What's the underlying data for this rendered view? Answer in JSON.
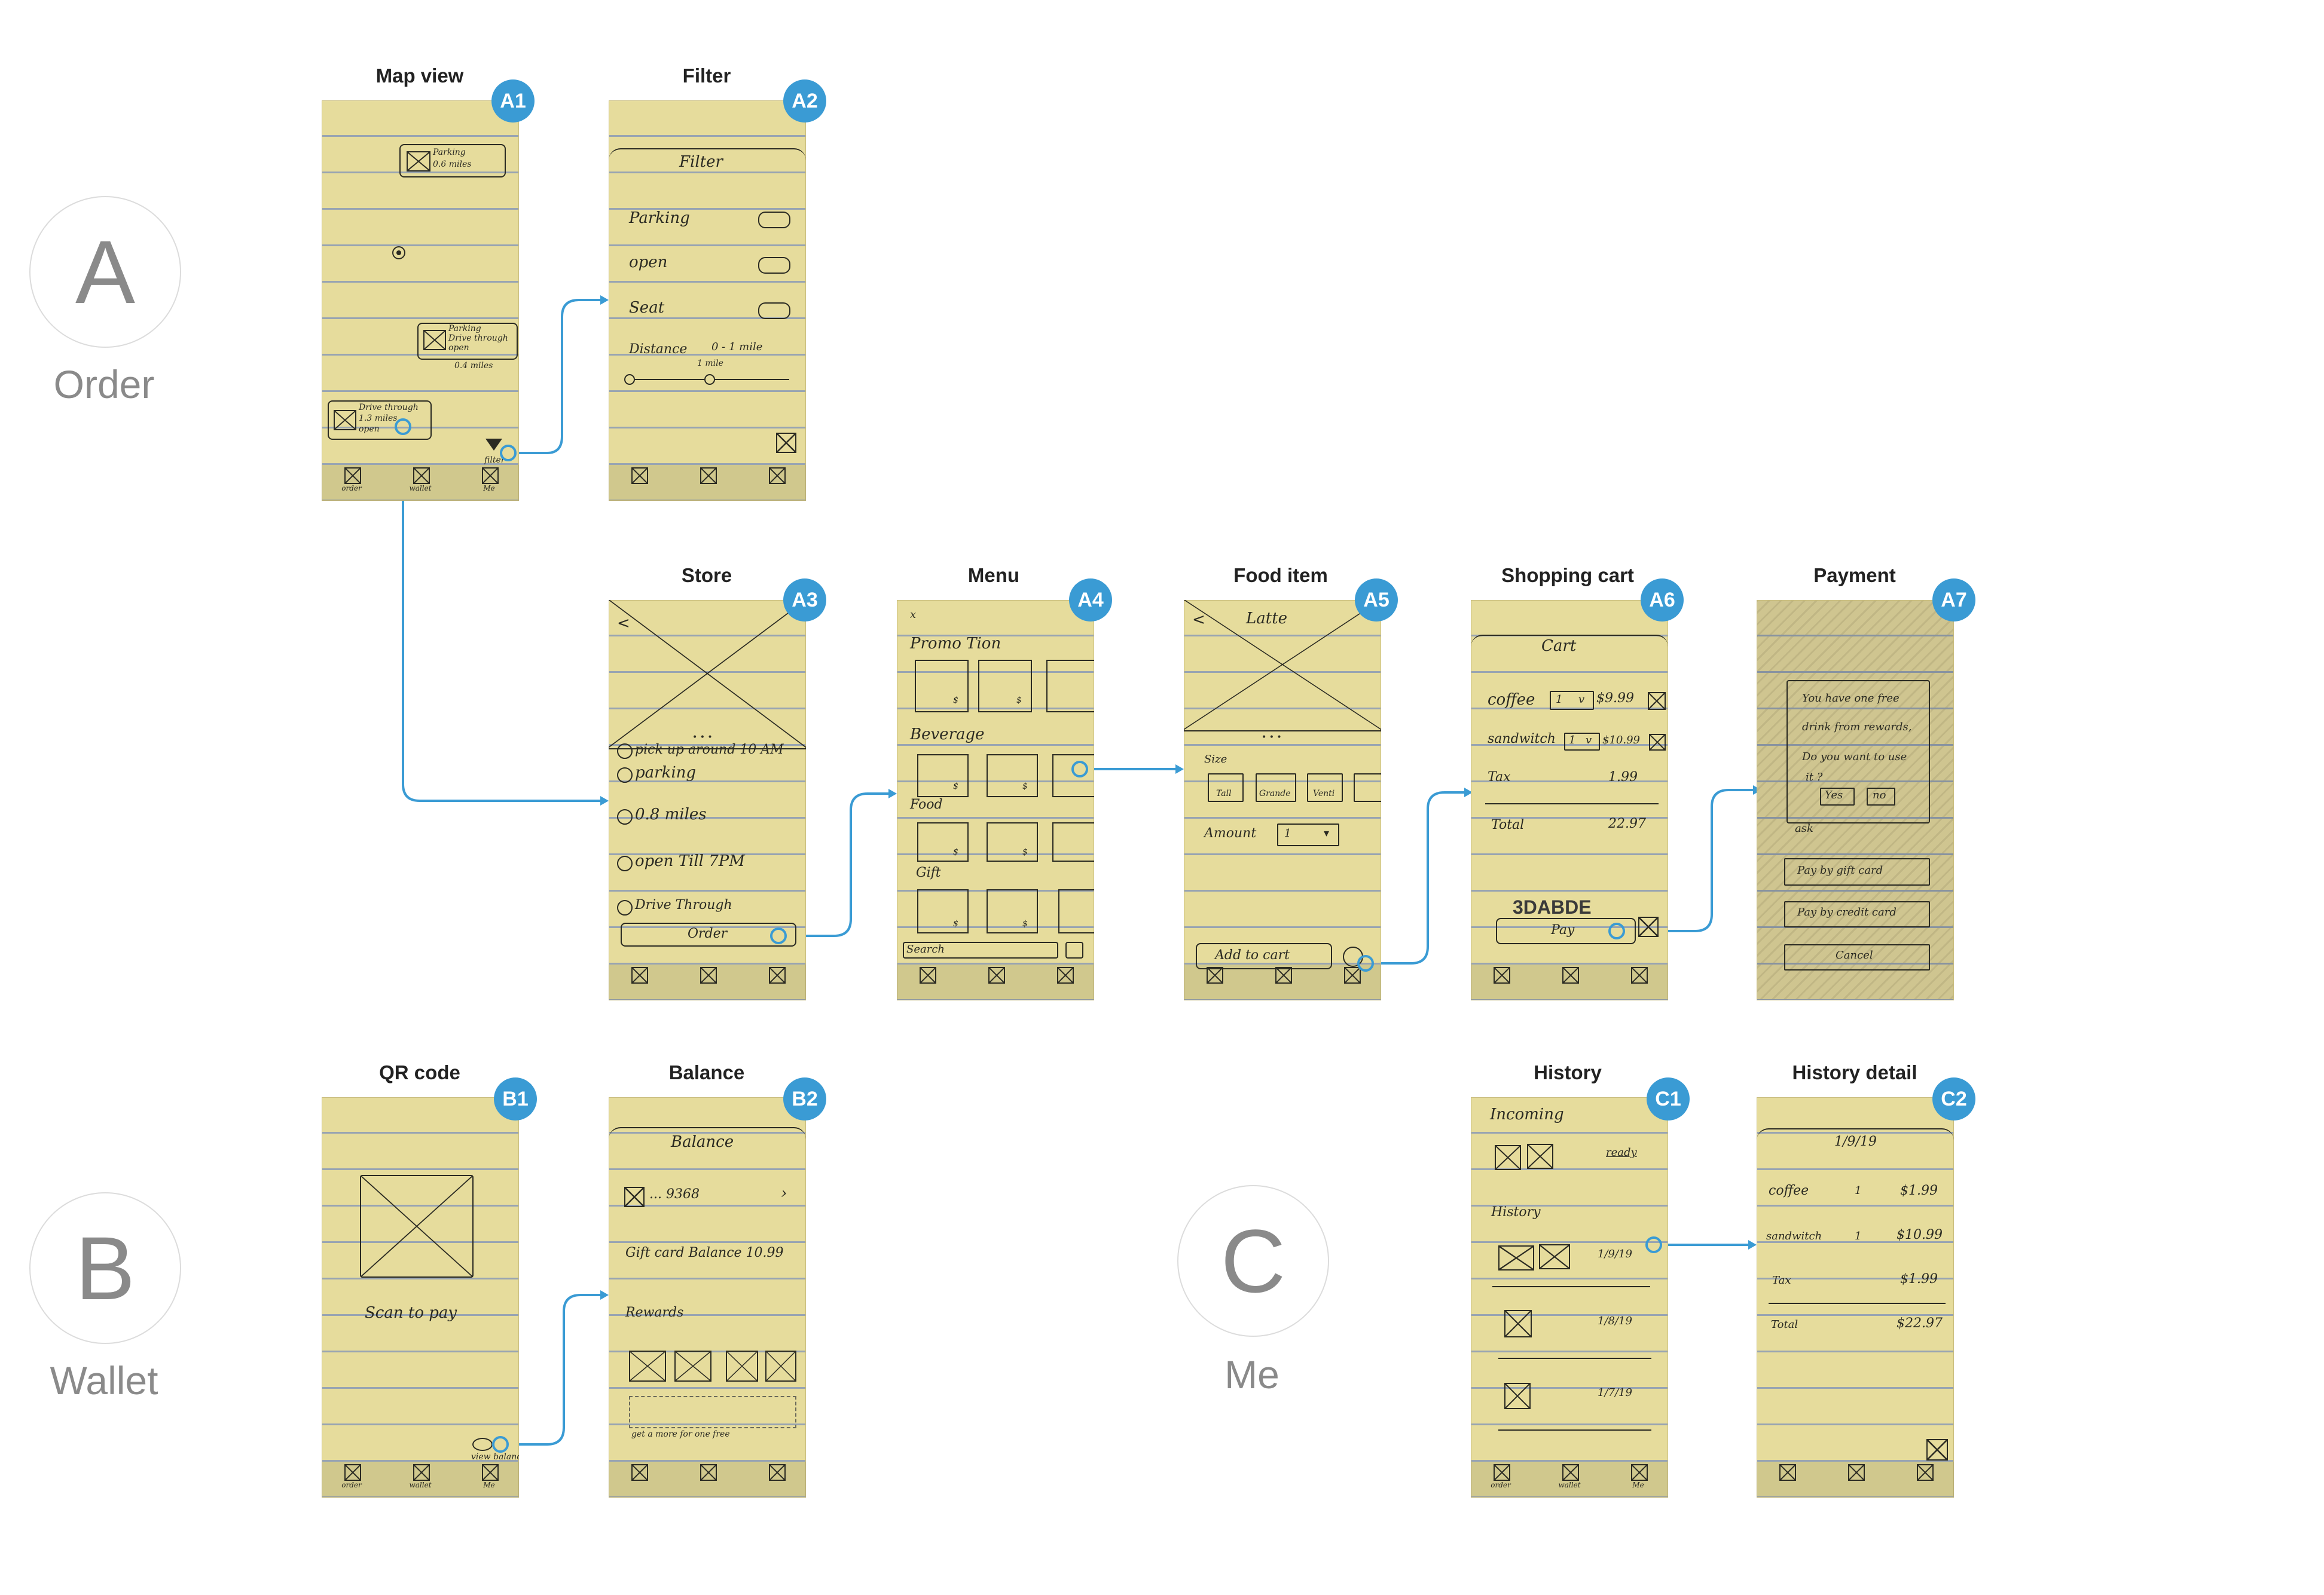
{
  "sections": [
    {
      "letter": "A",
      "label": "Order"
    },
    {
      "letter": "B",
      "label": "Wallet"
    },
    {
      "letter": "C",
      "label": "Me"
    }
  ],
  "colors": {
    "accent": "#3a9bd4",
    "note": "#e6dc9c",
    "ruling": "#98a4b2",
    "section": "#8a8a8a"
  },
  "nav": {
    "order": "order",
    "wallet": "wallet",
    "me": "Me"
  },
  "screens": {
    "A1": {
      "badge": "A1",
      "title": "Map view",
      "pins": [
        {
          "l1": "Parking",
          "l2": "0.6 miles"
        },
        {
          "l1": "Parking",
          "l2": "Drive through",
          "l3": "open",
          "l4": "0.4 miles"
        },
        {
          "l1": "Drive through",
          "l2": "1.3 miles",
          "l3": "open"
        }
      ],
      "filter_label": "filter"
    },
    "A2": {
      "badge": "A2",
      "title": "Filter",
      "header": "Filter",
      "rows": [
        "Parking",
        "open",
        "Seat"
      ],
      "distance_label": "Distance",
      "distance_range": "0 - 1 mile",
      "distance_value": "1 mile"
    },
    "A3": {
      "badge": "A3",
      "title": "Store",
      "items": [
        "pick up around 10 AM",
        "parking",
        "0.8 miles",
        "open Till 7PM",
        "Drive Through"
      ],
      "order_button": "Order"
    },
    "A4": {
      "badge": "A4",
      "title": "Menu",
      "sections": [
        "Promo Tion",
        "Beverage",
        "Food",
        "Gift"
      ],
      "price": "$",
      "search": "Search"
    },
    "A5": {
      "badge": "A5",
      "title": "Food item",
      "name": "Latte",
      "size_label": "Size",
      "sizes": [
        "Tall",
        "Grande",
        "Venti"
      ],
      "amount_label": "Amount",
      "amount_value": "1",
      "add_button": "Add to cart"
    },
    "A6": {
      "badge": "A6",
      "title": "Shopping cart",
      "header": "Cart",
      "lines": [
        {
          "name": "coffee",
          "qty": "1",
          "price": "$9.99"
        },
        {
          "name": "sandwitch",
          "qty": "1",
          "price": "$10.99"
        }
      ],
      "tax_label": "Tax",
      "tax": "1.99",
      "total_label": "Total",
      "total": "22.97",
      "stamp": "3DABDE",
      "pay_button": "Pay"
    },
    "A7": {
      "badge": "A7",
      "title": "Payment",
      "dialog": [
        "You have one free",
        "drink from rewards,",
        "Do you want to use",
        "it ?"
      ],
      "yes": "Yes",
      "no": "no",
      "ask": "ask",
      "gift": "Pay by gift card",
      "credit": "Pay by credit card",
      "cancel": "Cancel"
    },
    "B1": {
      "badge": "B1",
      "title": "QR code",
      "caption": "Scan to pay",
      "view_label": "view balance"
    },
    "B2": {
      "badge": "B2",
      "title": "Balance",
      "header": "Balance",
      "card": "... 9368",
      "gift_line": "Gift card Balance 10.99",
      "rewards": "Rewards",
      "note": "get a more for one free"
    },
    "C1": {
      "badge": "C1",
      "title": "History",
      "incoming": "Incoming",
      "ready": "ready",
      "history": "History",
      "dates": [
        "1/9/19",
        "1/8/19",
        "1/7/19"
      ]
    },
    "C2": {
      "badge": "C2",
      "title": "History detail",
      "date": "1/9/19",
      "lines": [
        {
          "name": "coffee",
          "qty": "1",
          "price": "$1.99"
        },
        {
          "name": "sandwitch",
          "qty": "1",
          "price": "$10.99"
        }
      ],
      "tax_label": "Tax",
      "tax": "$1.99",
      "total_label": "Total",
      "total": "$22.97"
    }
  }
}
